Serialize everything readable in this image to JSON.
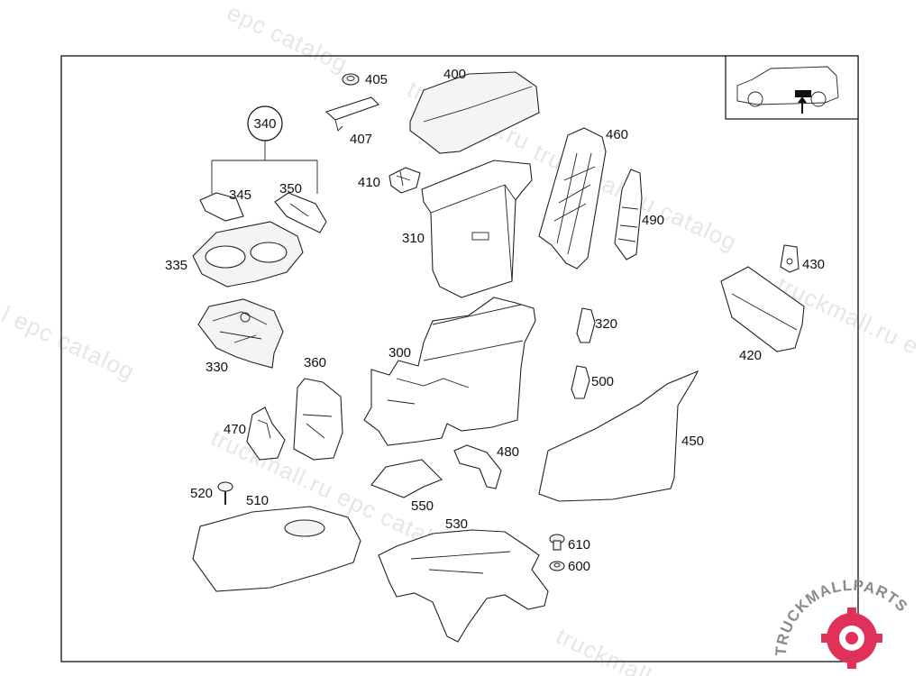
{
  "watermark_text": [
    "epc catalog",
    "truckmall.ru",
    "truckmall.ru catalog",
    "l epc catalog",
    "truckmall.ru",
    "truckmall.ru epc catalog",
    "truckmall.ru e",
    "truckmall.ru"
  ],
  "group_label": "340",
  "part_labels": {
    "p405": "405",
    "p400": "400",
    "p407": "407",
    "p345": "345",
    "p350": "350",
    "p410": "410",
    "p460": "460",
    "p310": "310",
    "p490": "490",
    "p335": "335",
    "p430": "430",
    "p330": "330",
    "p320": "320",
    "p420": "420",
    "p300": "300",
    "p360": "360",
    "p500": "500",
    "p470": "470",
    "p480": "480",
    "p450": "450",
    "p520": "520",
    "p510": "510",
    "p550": "550",
    "p530": "530",
    "p610": "610",
    "p600": "600"
  },
  "logo": {
    "text": "TRUCKMALLPARTS",
    "brand_color": "#e0315a",
    "text_color": "#888888"
  },
  "icons": [
    "vehicle-outline-icon",
    "location-arrow-icon",
    "gear-logo-icon"
  ]
}
